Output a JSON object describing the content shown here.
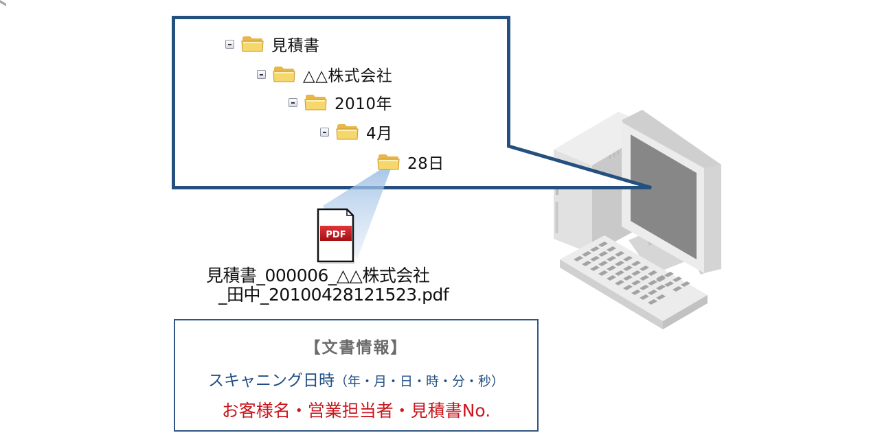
{
  "diagram": {
    "title": "Scanned document auto-filing into folder tree",
    "colors": {
      "callout_border": "#24507f",
      "info_border": "#2f5580",
      "info_title": "#6a6a6a",
      "info_line1": "#1f4f82",
      "info_line2": "#c9161d",
      "pdf_badge": "#c0161c",
      "beam": "#a9c8ea",
      "folder": "#f2c94c",
      "monitor_screen": "#878787",
      "computer_body": "#e6e6e6"
    }
  },
  "folder_tree": {
    "items": [
      {
        "label": "見積書",
        "level": 0,
        "expanded": true,
        "icon": "folder-icon"
      },
      {
        "label": "△△株式会社",
        "level": 1,
        "expanded": true,
        "icon": "folder-icon"
      },
      {
        "label": "2010年",
        "level": 2,
        "expanded": true,
        "icon": "folder-icon"
      },
      {
        "label": "4月",
        "level": 3,
        "expanded": true,
        "icon": "folder-icon"
      },
      {
        "label": "28日",
        "level": 4,
        "expanded": false,
        "icon": "folder-icon"
      }
    ]
  },
  "pdf_file": {
    "badge": "PDF",
    "icon": "pdf-file-icon",
    "name_line1": "見積書_000006_△△株式会社",
    "name_line2": "_田中_20100428121523.pdf"
  },
  "info_box": {
    "title": "【文書情報】",
    "line1_main": "スキャニング日時",
    "line1_detail": "（年・月・日・時・分・秒）",
    "line2": "お客様名・営業担当者・見積書No."
  },
  "computer": {
    "icon": "desktop-computer-icon"
  }
}
